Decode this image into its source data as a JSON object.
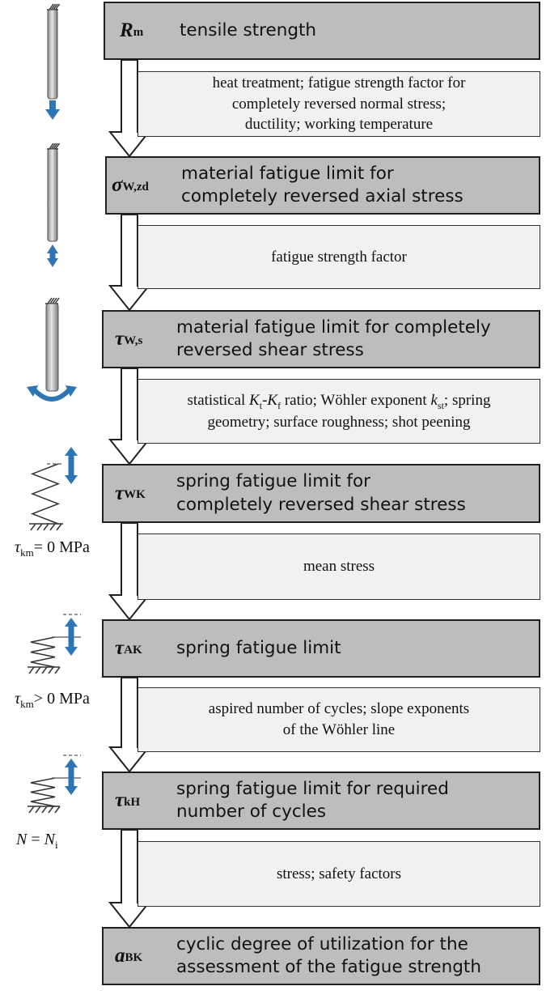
{
  "stages": [
    {
      "symbol": "R",
      "subscript": "m",
      "description": [
        "tensile strength"
      ]
    },
    {
      "symbol": "σ",
      "subscript": "W,zd",
      "description": [
        "material fatigue limit  for",
        "completely reversed axial stress"
      ]
    },
    {
      "symbol": "τ",
      "subscript": "W,s",
      "description": [
        "material fatigue limit for completely",
        "reversed shear stress"
      ]
    },
    {
      "symbol": "τ",
      "subscript": "WK",
      "description": [
        "spring fatigue limit for",
        "completely reversed shear stress"
      ]
    },
    {
      "symbol": "τ",
      "subscript": "AK",
      "description": [
        "spring fatigue limit"
      ]
    },
    {
      "symbol": "τ",
      "subscript": "kH",
      "description": [
        "spring fatigue limit for required",
        "number of cycles"
      ]
    },
    {
      "symbol": "a",
      "subscript": "BK",
      "description": [
        "cyclic degree of utilization for the",
        "assessment of the fatigue strength"
      ]
    }
  ],
  "factors": [
    {
      "lines": [
        "heat treatment; fatigue strength factor for",
        "completely reversed normal stress;",
        "ductility; working temperature"
      ]
    },
    {
      "lines": [
        "fatigue strength factor"
      ]
    },
    {
      "line1_parts": [
        "statistical ",
        "K",
        "t",
        "-",
        "K",
        "f",
        " ratio; Wöhler exponent ",
        "k",
        "st",
        "; spring"
      ],
      "line2": "geometry; surface roughness; shot peening"
    },
    {
      "lines": [
        "mean stress"
      ]
    },
    {
      "lines": [
        "aspired number of cycles; slope exponents",
        "of the Wöhler line"
      ]
    },
    {
      "lines": [
        "stress; safety factors"
      ]
    }
  ],
  "conditions": [
    {
      "sym": "τ",
      "sub": "km",
      "rest": "= 0 MPa"
    },
    {
      "sym": "τ",
      "sub": "km",
      "rest": "> 0 MPa"
    },
    {
      "sym": "N",
      "eq": " = ",
      "sym2": "N",
      "sub": "i"
    }
  ],
  "colors": {
    "stage_fill": "#bdbdbd",
    "factor_fill": "#f1f1f1",
    "arrow_blue": "#2e75b6",
    "outline": "#202020"
  },
  "icons": [
    "tension-specimen-icon",
    "axial-specimen-icon",
    "torsion-specimen-icon",
    "spring-zero-mean-icon",
    "spring-positive-mean-icon",
    "spring-cycles-icon"
  ]
}
